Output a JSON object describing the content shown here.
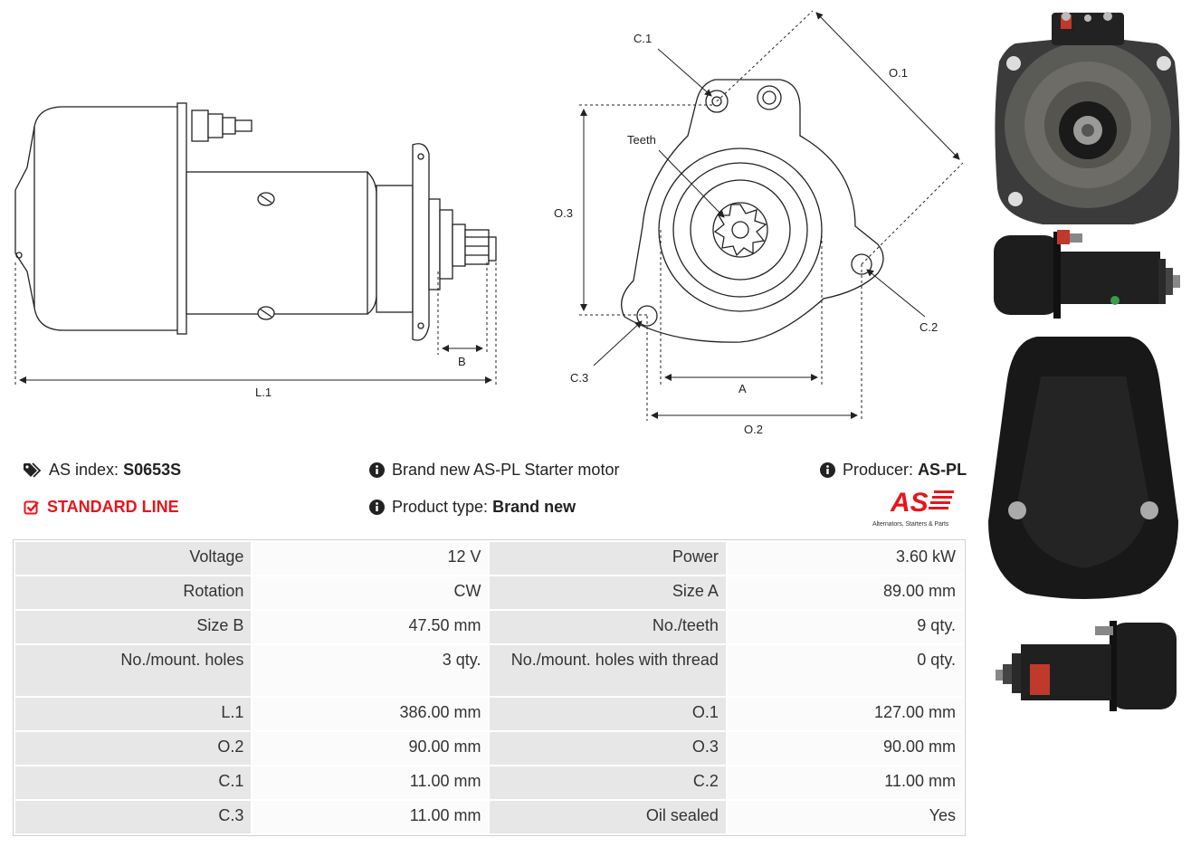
{
  "drawing_labels": {
    "l1": "L.1",
    "b": "B",
    "c1": "C.1",
    "o1": "O.1",
    "o3": "O.3",
    "teeth": "Teeth",
    "c2": "C.2",
    "c3": "C.3",
    "a": "A",
    "o2": "O.2"
  },
  "info": {
    "as_index_label": "AS index:",
    "as_index_value": "S0653S",
    "line": "STANDARD LINE",
    "description": "Brand new AS-PL Starter motor",
    "product_type_label": "Product type:",
    "product_type_value": "Brand new",
    "producer_label": "Producer:",
    "producer_value": "AS-PL"
  },
  "logo": {
    "mark": "AS",
    "tagline": "Alternators, Starters & Parts"
  },
  "specs": [
    [
      "Voltage",
      "12 V",
      "Power",
      "3.60 kW"
    ],
    [
      "Rotation",
      "CW",
      "Size A",
      "89.00 mm"
    ],
    [
      "Size B",
      "47.50 mm",
      "No./teeth",
      "9 qty."
    ],
    [
      "No./mount. holes",
      "3 qty.",
      "No./mount. holes with thread",
      "0 qty."
    ],
    [
      "L.1",
      "386.00 mm",
      "O.1",
      "127.00 mm"
    ],
    [
      "O.2",
      "90.00 mm",
      "O.3",
      "90.00 mm"
    ],
    [
      "C.1",
      "11.00 mm",
      "C.2",
      "11.00 mm"
    ],
    [
      "C.3",
      "11.00 mm",
      "Oil sealed",
      "Yes"
    ]
  ],
  "colors": {
    "accent_red": "#e8141b",
    "label_cell": "#e7e7e7",
    "value_cell": "#fbfbfb"
  },
  "icons": [
    "tags-icon",
    "check-square-icon",
    "info-circle-icon"
  ]
}
